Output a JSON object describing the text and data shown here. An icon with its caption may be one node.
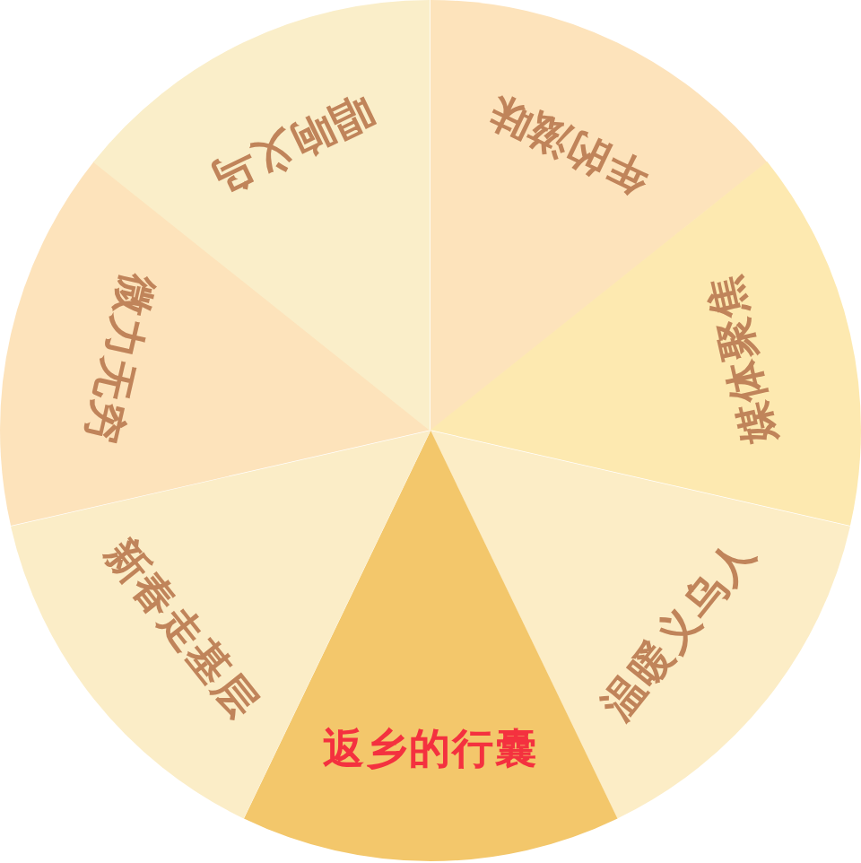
{
  "diagram": {
    "nodes": [
      {
        "text": [
          "年的滋味"
        ]
      },
      {
        "text": [
          "媒体聚焦"
        ]
      },
      {
        "text": [
          "温暖义乌人"
        ]
      },
      {
        "text": [
          "返乡的行囊"
        ]
      },
      {
        "text": [
          "新春走基层"
        ]
      },
      {
        "text": [
          "微力无穷"
        ]
      },
      {
        "text": [
          "唱响义乌"
        ]
      }
    ]
  }
}
